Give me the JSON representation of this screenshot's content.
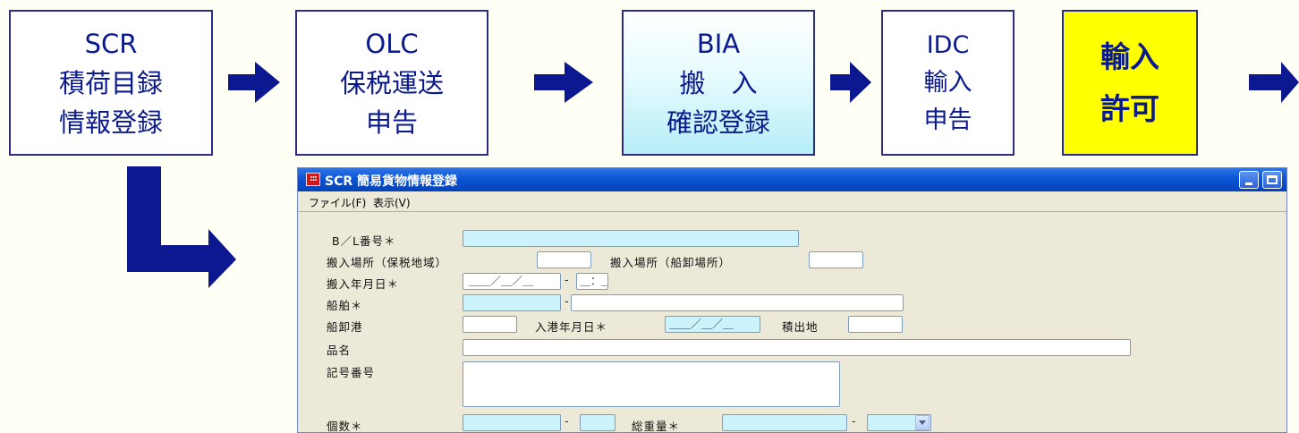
{
  "flow": {
    "scr": {
      "line1": "SCR",
      "line2": "積荷目録",
      "line3": "情報登録"
    },
    "olc": {
      "line1": "OLC",
      "line2": "保税運送",
      "line3": "申告"
    },
    "bia": {
      "line1": "BIA",
      "line2": "搬　入",
      "line3": "確認登録"
    },
    "idc": {
      "line1": "IDC",
      "line2": "輸入",
      "line3": "申告"
    },
    "kyoka": {
      "line1": "輸入",
      "line2": "許可"
    },
    "colors": {
      "arrow": "#0b1890",
      "box_text": "#0a1a8c",
      "box_border": "#2a2d84",
      "highlight": "#ffff00",
      "bia_gradient_end": "#b6eef8"
    }
  },
  "window": {
    "title": "SCR 簡易貨物情報登録",
    "menu": [
      "ファイル(F)",
      "表示(V)"
    ],
    "colors": {
      "titlebar": "#0a55d6",
      "required_field": "#ccf3fb",
      "face": "#ece9d8"
    }
  },
  "form": {
    "bl_no": "B／L番号＊",
    "hannyu_basho_hozei": "搬入場所（保税地域）",
    "hannyu_basho_senkyo": "搬入場所（船卸場所）",
    "hannyu_date": "搬入年月日＊",
    "date_mask": "＿＿／＿／＿",
    "time_mask": "＿：＿",
    "senpaku": "船舶＊",
    "senkyo_ko": "船卸港",
    "nyuko_date": "入港年月日＊",
    "tsumidashi": "積出地",
    "hinmei": "品名",
    "kigo_bango": "記号番号",
    "kosu": "個数＊",
    "sojuryo": "総重量＊",
    "dash": "-"
  }
}
